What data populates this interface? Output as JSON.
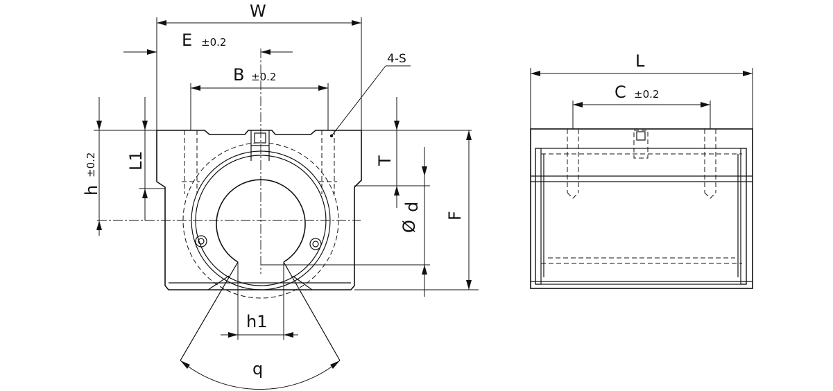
{
  "labels": {
    "W": "W",
    "E": "E",
    "E_tol": "±0.2",
    "B": "B",
    "B_tol": "±0.2",
    "S": "4-S",
    "h": "h",
    "h_tol": "±0.2",
    "L1": "L1",
    "T": "T",
    "d": "d",
    "d_symbol": "Ø",
    "F": "F",
    "h1": "h1",
    "q": "q",
    "L": "L",
    "C": "C",
    "C_tol": "±0.2"
  }
}
